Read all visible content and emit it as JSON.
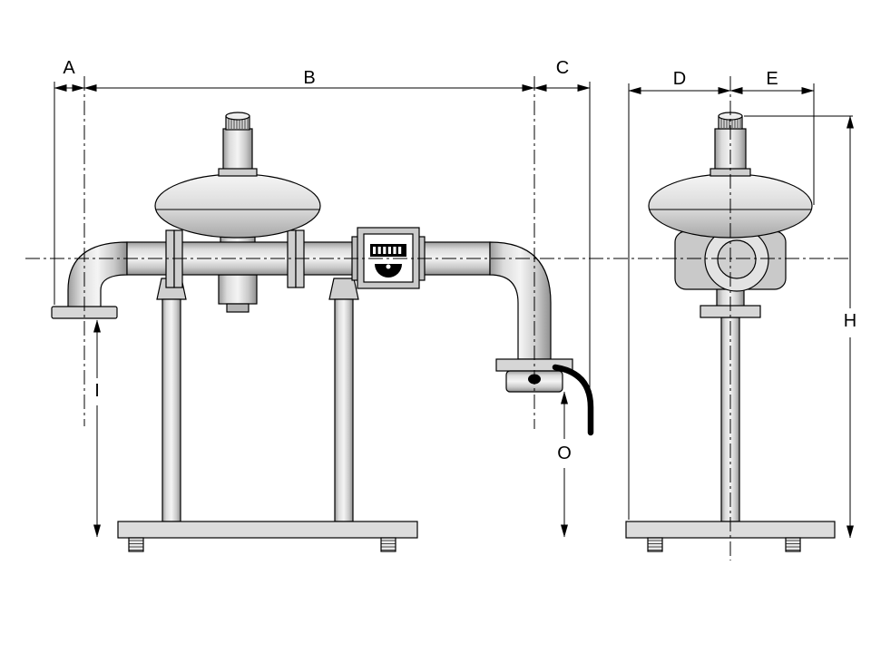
{
  "drawing": {
    "dims": {
      "a": "A",
      "b": "B",
      "c": "C",
      "d": "D",
      "e": "E",
      "h": "H",
      "i": "I",
      "o": "O"
    },
    "colors": {
      "background": "#ffffff",
      "line": "#000000",
      "metal_light": "#f2f2f2",
      "metal_mid": "#d4d4d4",
      "metal_dark": "#979797"
    }
  }
}
